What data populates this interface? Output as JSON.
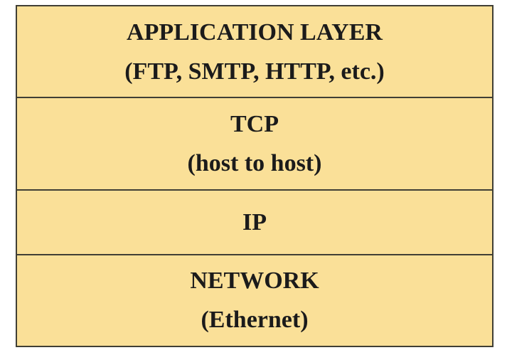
{
  "layers": [
    {
      "title": "APPLICATION LAYER",
      "subtitle": "(FTP, SMTP, HTTP, etc.)"
    },
    {
      "title": "TCP",
      "subtitle": "(host to host)"
    },
    {
      "title": "IP"
    },
    {
      "title": "NETWORK",
      "subtitle": "(Ethernet)"
    }
  ],
  "colors": {
    "page_background": "#ffffff",
    "box_fill": "#fae098",
    "border": "#403f35",
    "text": "#1b1b1b"
  }
}
